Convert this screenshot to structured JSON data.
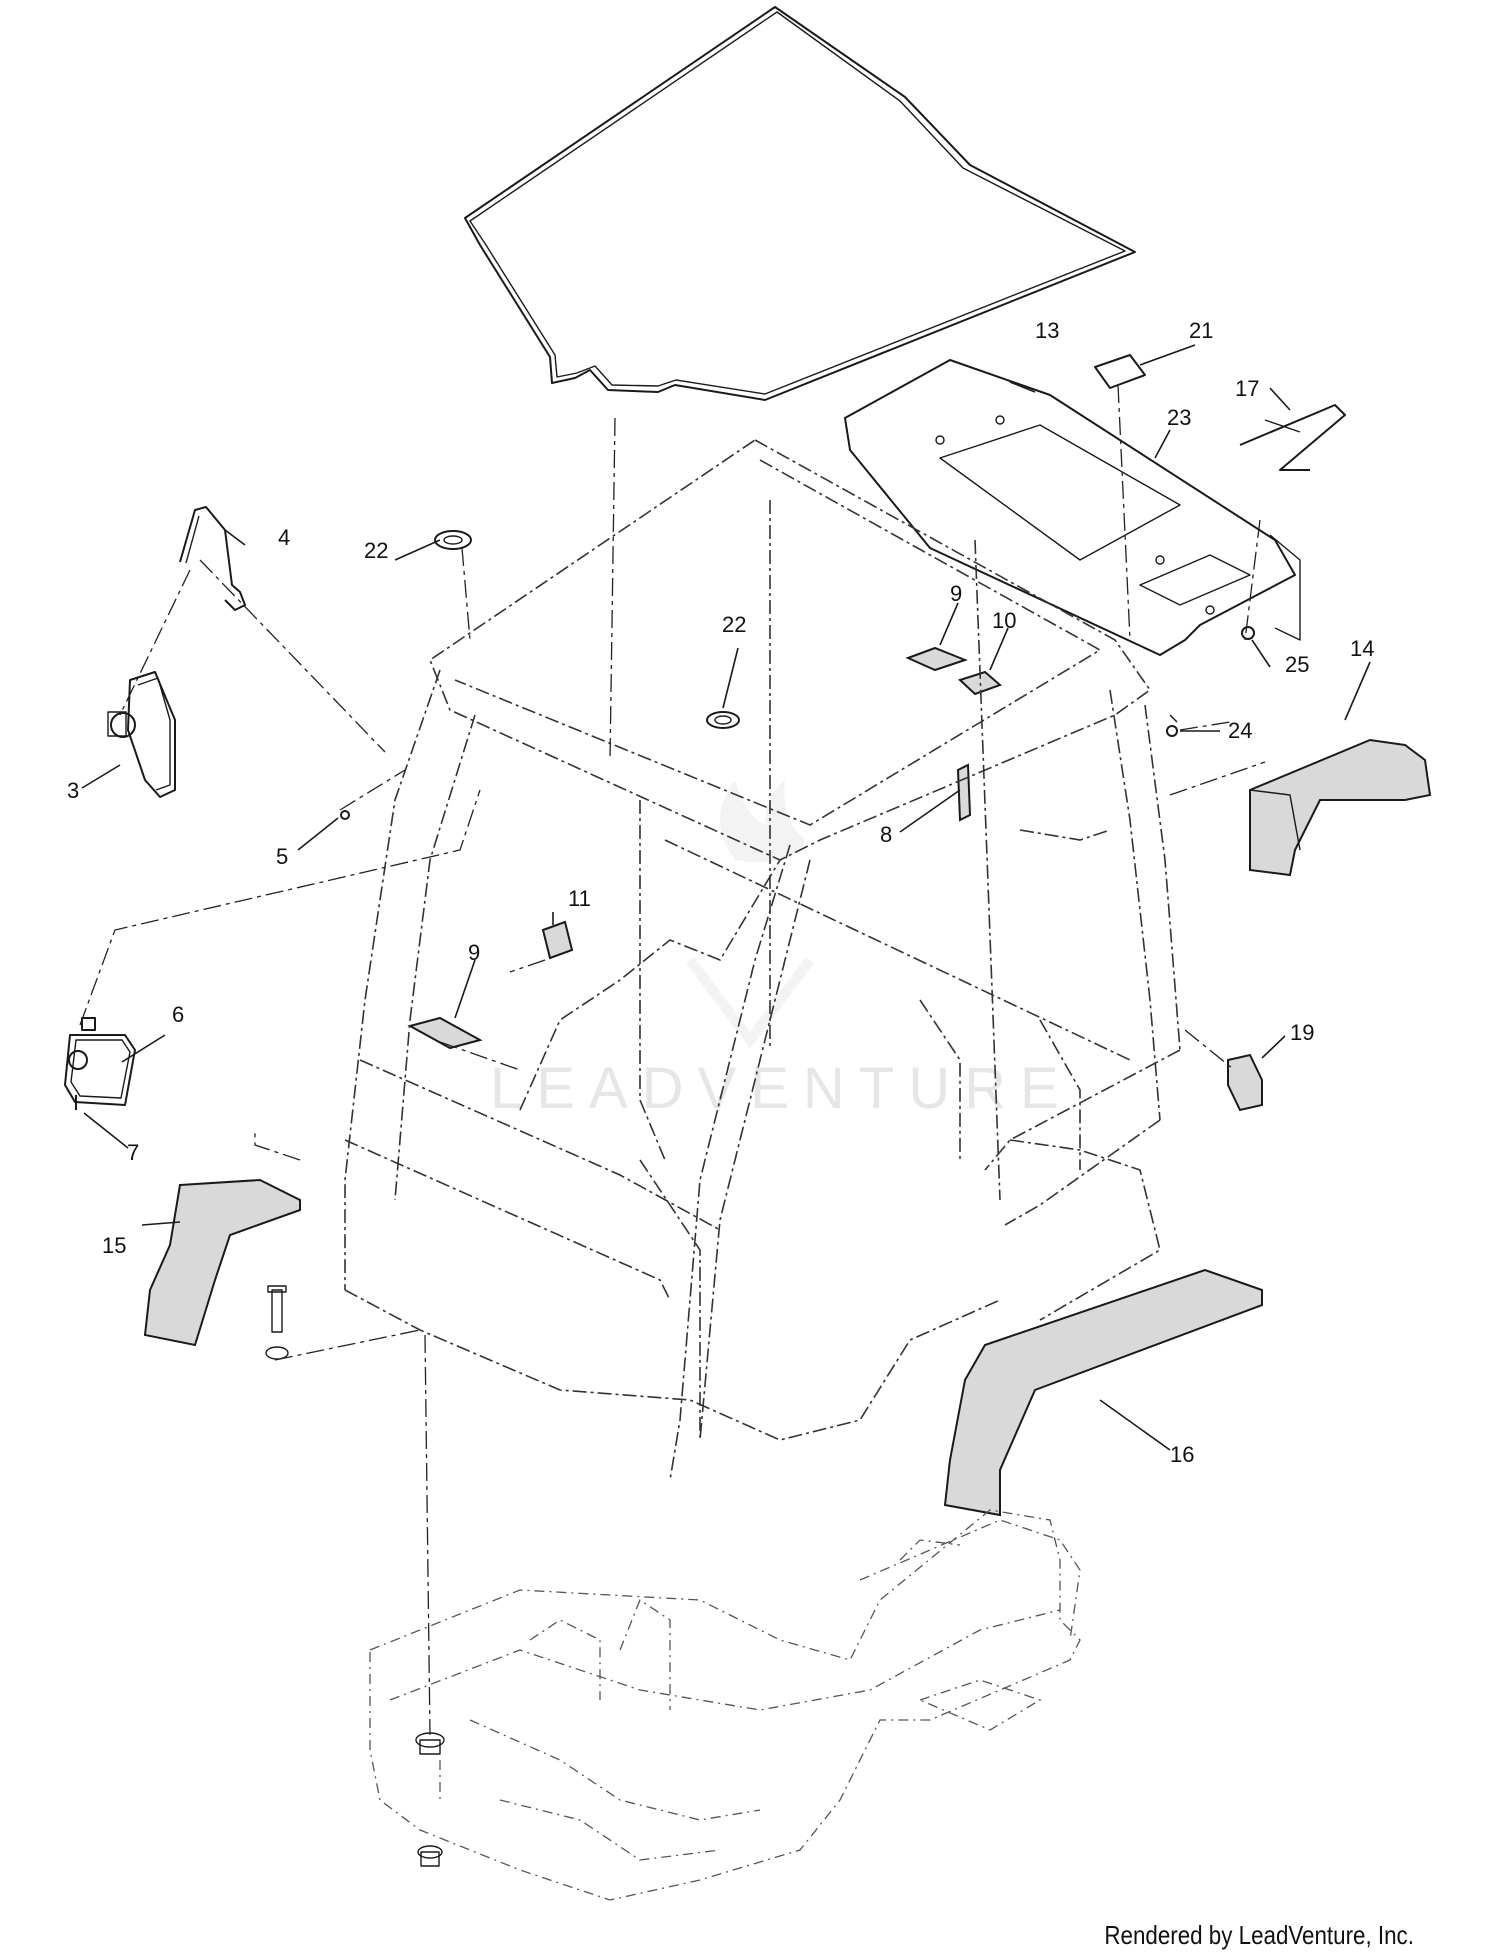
{
  "watermark": "LEADVENTURE",
  "credit": "Rendered by LeadVenture, Inc.",
  "callouts": {
    "c3": "3",
    "c4": "4",
    "c5": "5",
    "c6": "6",
    "c7": "7",
    "c8": "8",
    "c9a": "9",
    "c9b": "9",
    "c10": "10",
    "c11": "11",
    "c13": "13",
    "c14": "14",
    "c15": "15",
    "c16": "16",
    "c17": "17",
    "c19": "19",
    "c21": "21",
    "c22a": "22",
    "c22b": "22",
    "c23": "23",
    "c24": "24",
    "c25": "25"
  }
}
